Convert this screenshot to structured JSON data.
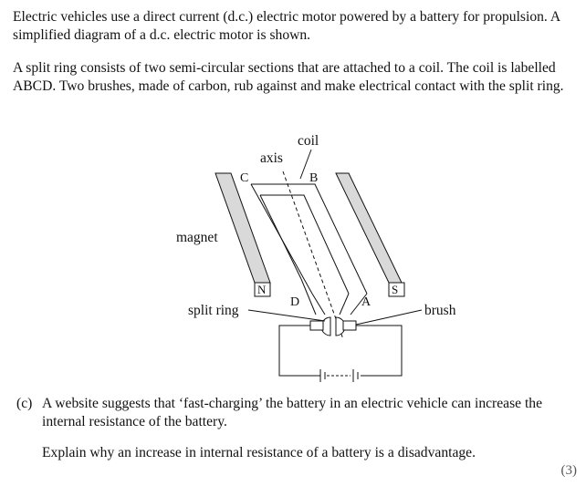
{
  "intro": {
    "paragraph1": "Electric vehicles use a direct current (d.c.) electric motor powered by a battery for propulsion. A simplified diagram of a d.c. electric motor is shown.",
    "paragraph2": "A split ring consists of two semi-circular sections that are attached to a coil. The coil is labelled ABCD. Two brushes, made of carbon, rub against and make electrical contact with the split ring."
  },
  "diagram": {
    "labels": {
      "coil": "coil",
      "axis": "axis",
      "c": "C",
      "b": "B",
      "magnet": "magnet",
      "n": "N",
      "d": "D",
      "a": "A",
      "s": "S",
      "split_ring": "split ring",
      "brush": "brush"
    },
    "colors": {
      "magnet_fill": "#d9d9d9",
      "line": "#111111"
    }
  },
  "question": {
    "part": "(c)",
    "text": "A website suggests that ‘fast-charging’ the battery in an electric vehicle can increase the internal resistance of the battery.",
    "explain": "Explain why an increase in internal resistance of a battery is a disadvantage.",
    "marks": "(3)"
  }
}
